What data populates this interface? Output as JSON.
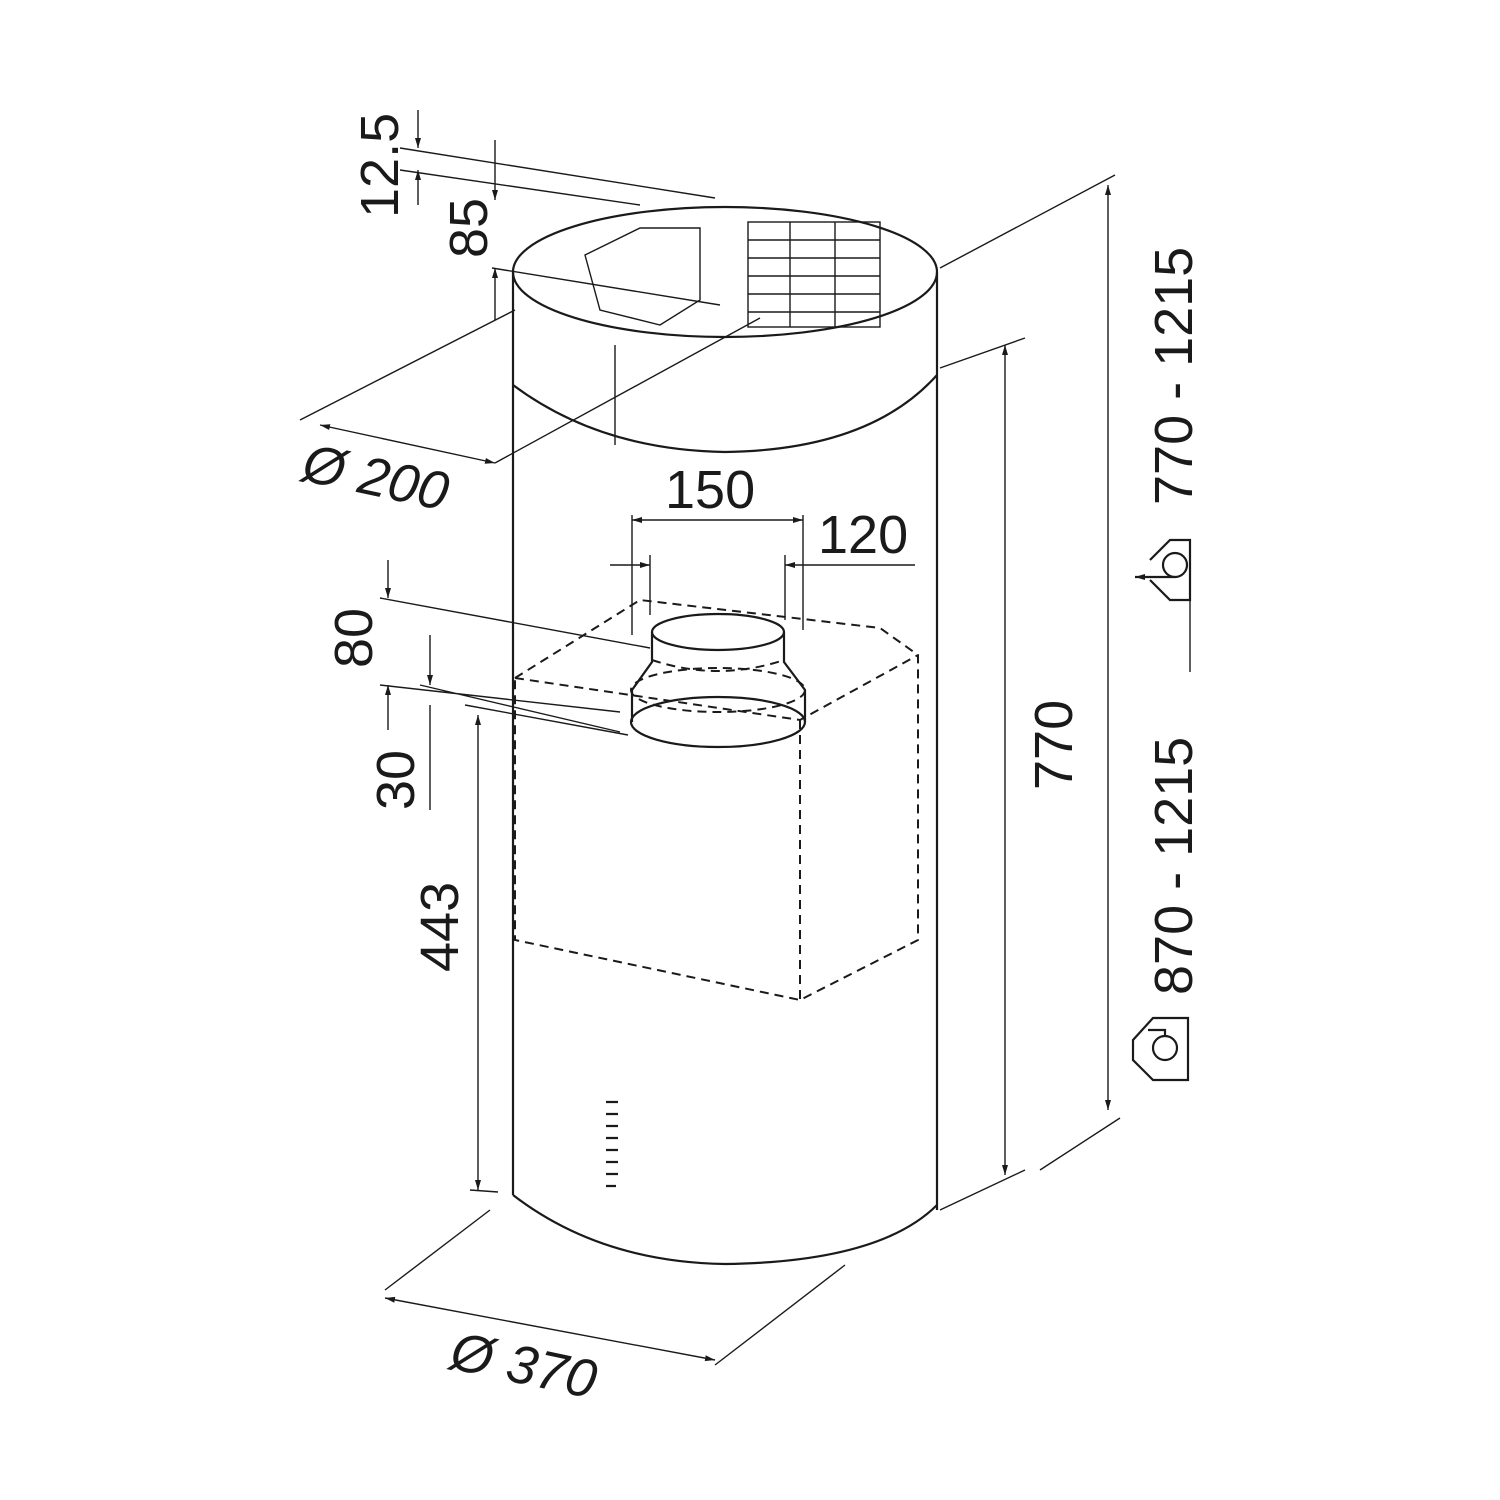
{
  "title": "Cylindrical island cooker hood dimension drawing",
  "dimensions": {
    "top_offset": "12.5",
    "top_band_height": "85",
    "outlet_diameter": "Ø 200",
    "duct_diameter_outer": "150",
    "duct_diameter_inner": "120",
    "duct_height": "80",
    "duct_offset": "30",
    "motor_height": "443",
    "body_height": "770",
    "range_recirculation": "770 - 1215",
    "range_extraction": "870 - 1215",
    "body_diameter": "Ø 370"
  },
  "icons": [
    "recirculation-mode-icon",
    "extraction-mode-icon"
  ]
}
